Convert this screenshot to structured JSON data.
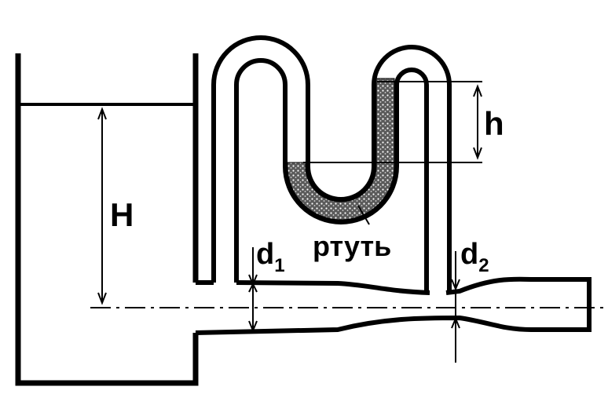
{
  "labels": {
    "H": "H",
    "h": "h",
    "mercury": "ртуть",
    "d1_main": "d",
    "d1_sub": "1",
    "d2_main": "d",
    "d2_sub": "2"
  },
  "colors": {
    "stroke": "#000000",
    "background": "#ffffff",
    "mercury_fill": "#7a7a7a"
  }
}
